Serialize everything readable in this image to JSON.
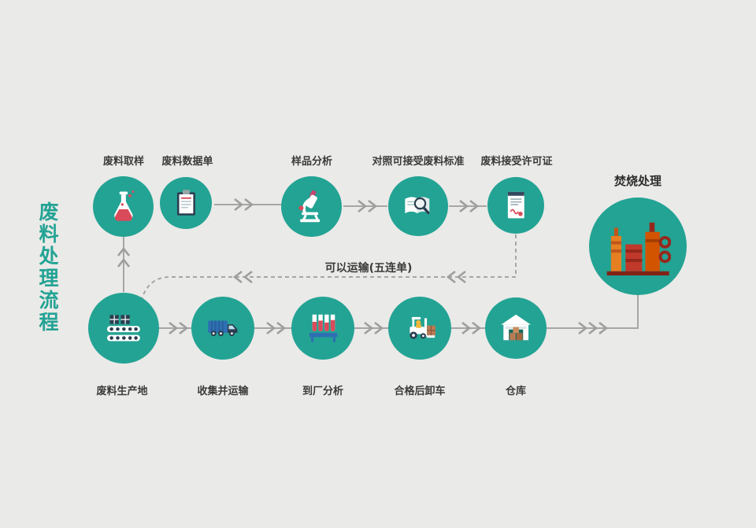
{
  "page": {
    "title": "废料处理流程",
    "background": "#eaeae8",
    "accent": "#23a394"
  },
  "colors": {
    "circle_teal": "#23a394",
    "line_gray": "#a6a6a6",
    "text_dark": "#3a3a3a",
    "icon_red": "#d94b5a",
    "icon_navy": "#2c3e50",
    "icon_blue": "#2f6fb3",
    "icon_orange": "#e67e22",
    "icon_brown": "#b97a56"
  },
  "top_row": {
    "steps": [
      {
        "label": "废料取样",
        "icon": "flask-icon"
      },
      {
        "label": "废料数据单",
        "icon": "clipboard-icon"
      },
      {
        "label": "样品分析",
        "icon": "microscope-icon"
      },
      {
        "label": "对照可接受废料标准",
        "icon": "book-magnifier-icon"
      },
      {
        "label": "废料接受许可证",
        "icon": "permit-document-icon"
      }
    ]
  },
  "bottom_row": {
    "steps": [
      {
        "label": "废料生产地",
        "icon": "conveyor-icon"
      },
      {
        "label": "收集并运输",
        "icon": "truck-icon"
      },
      {
        "label": "到厂分析",
        "icon": "test-tubes-icon"
      },
      {
        "label": "合格后卸车",
        "icon": "forklift-icon"
      },
      {
        "label": "仓库",
        "icon": "warehouse-icon"
      }
    ]
  },
  "final": {
    "label": "焚烧处理",
    "icon": "factory-icon"
  },
  "transport_note": "可以运输(五连单)"
}
